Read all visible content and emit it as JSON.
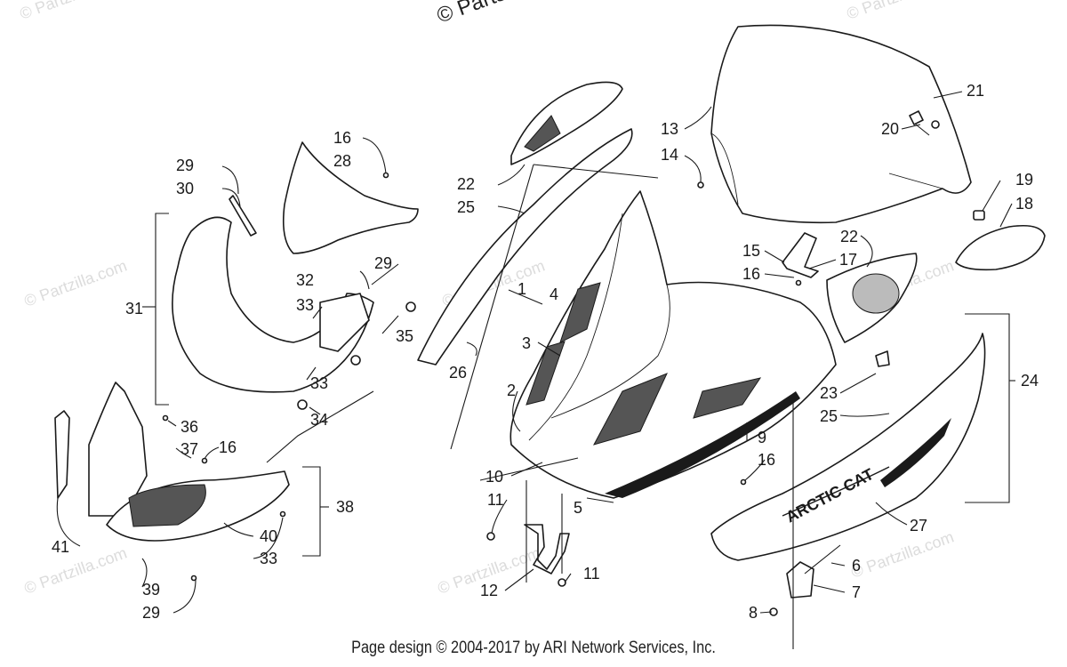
{
  "diagram": {
    "watermark_text": "© Partzilla.com",
    "watermark_top": "© Parts",
    "decal_text": "ARCTIC CAT",
    "footer": "Page design © 2004-2017 by ARI Network Services, Inc.",
    "callouts": [
      {
        "id": "c1",
        "label": "1"
      },
      {
        "id": "c2",
        "label": "2"
      },
      {
        "id": "c3",
        "label": "3"
      },
      {
        "id": "c4",
        "label": "4"
      },
      {
        "id": "c5",
        "label": "5"
      },
      {
        "id": "c6",
        "label": "6"
      },
      {
        "id": "c7",
        "label": "7"
      },
      {
        "id": "c8",
        "label": "8"
      },
      {
        "id": "c9",
        "label": "9"
      },
      {
        "id": "c10",
        "label": "10"
      },
      {
        "id": "c11a",
        "label": "11"
      },
      {
        "id": "c11b",
        "label": "11"
      },
      {
        "id": "c12",
        "label": "12"
      },
      {
        "id": "c13",
        "label": "13"
      },
      {
        "id": "c14",
        "label": "14"
      },
      {
        "id": "c15",
        "label": "15"
      },
      {
        "id": "c16a",
        "label": "16"
      },
      {
        "id": "c16b",
        "label": "16"
      },
      {
        "id": "c16c",
        "label": "16"
      },
      {
        "id": "c16d",
        "label": "16"
      },
      {
        "id": "c17",
        "label": "17"
      },
      {
        "id": "c18",
        "label": "18"
      },
      {
        "id": "c19",
        "label": "19"
      },
      {
        "id": "c20",
        "label": "20"
      },
      {
        "id": "c21",
        "label": "21"
      },
      {
        "id": "c22a",
        "label": "22"
      },
      {
        "id": "c22b",
        "label": "22"
      },
      {
        "id": "c23",
        "label": "23"
      },
      {
        "id": "c24",
        "label": "24"
      },
      {
        "id": "c25a",
        "label": "25"
      },
      {
        "id": "c25b",
        "label": "25"
      },
      {
        "id": "c26",
        "label": "26"
      },
      {
        "id": "c27",
        "label": "27"
      },
      {
        "id": "c28",
        "label": "28"
      },
      {
        "id": "c29a",
        "label": "29"
      },
      {
        "id": "c29b",
        "label": "29"
      },
      {
        "id": "c29c",
        "label": "29"
      },
      {
        "id": "c30",
        "label": "30"
      },
      {
        "id": "c31",
        "label": "31"
      },
      {
        "id": "c32",
        "label": "32"
      },
      {
        "id": "c33a",
        "label": "33"
      },
      {
        "id": "c33b",
        "label": "33"
      },
      {
        "id": "c33c",
        "label": "33"
      },
      {
        "id": "c34",
        "label": "34"
      },
      {
        "id": "c35",
        "label": "35"
      },
      {
        "id": "c36",
        "label": "36"
      },
      {
        "id": "c37",
        "label": "37"
      },
      {
        "id": "c38",
        "label": "38"
      },
      {
        "id": "c39",
        "label": "39"
      },
      {
        "id": "c40",
        "label": "40"
      },
      {
        "id": "c41",
        "label": "41"
      }
    ]
  }
}
